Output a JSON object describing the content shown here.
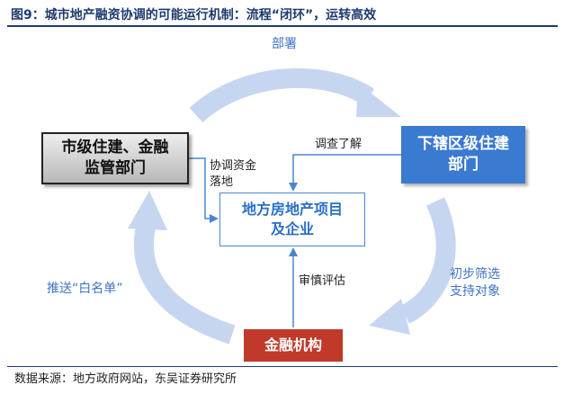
{
  "figure": {
    "title": "图9：城市地产融资协调的可能运行机制：流程“闭环”，运转高效",
    "source": "数据来源：地方政府网站，东吴证券研究所"
  },
  "nodes": {
    "regulator": "市级住建、金融\n监管部门",
    "district": "下辖区级住建\n部门",
    "developer": "地方房地产项目\n及企业",
    "finance": "金融机构"
  },
  "edges": {
    "deploy": "部署",
    "investigate": "调查了解",
    "coordinate": "协调资金\n落地",
    "review": "审慎评估",
    "screen": "初步筛选\n支持对象",
    "whitelist": "推送“白名单”"
  },
  "colors": {
    "cycle_arrow": "#c7d6f0",
    "box_blue": "#3a7ad0",
    "box_red": "#c0392b",
    "line_blue": "#4a86d0",
    "title": "#1f3b6e"
  }
}
